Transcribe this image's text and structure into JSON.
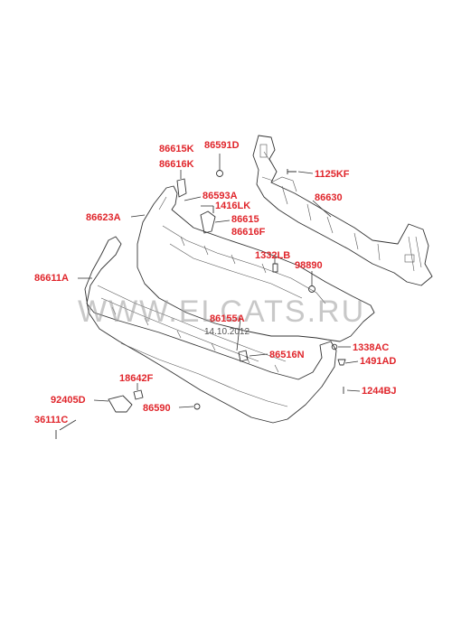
{
  "colors": {
    "label": "#e0252b",
    "line": "#333333",
    "watermark": "#9a9a9a",
    "background": "#ffffff"
  },
  "watermark": {
    "text": "WWW.ELCATS.RU",
    "date": "14.10.2012"
  },
  "labels": {
    "p86615K": "86615K",
    "p86591D": "86591D",
    "p86616K": "86616K",
    "p1125KF": "1125KF",
    "p86593A": "86593A",
    "p86630": "86630",
    "p1416LK": "1416LK",
    "p86623A": "86623A",
    "p86615": "86615",
    "p86616F": "86616F",
    "p1332LB": "1332LB",
    "p98890": "98890",
    "p86611A": "86611A",
    "p86155A": "86155A",
    "p1338AC": "1338AC",
    "p86516N": "86516N",
    "p1491AD": "1491AD",
    "p18642F": "18642F",
    "p1244BJ": "1244BJ",
    "p92405D": "92405D",
    "p86590": "86590",
    "p36111C": "36111C"
  }
}
